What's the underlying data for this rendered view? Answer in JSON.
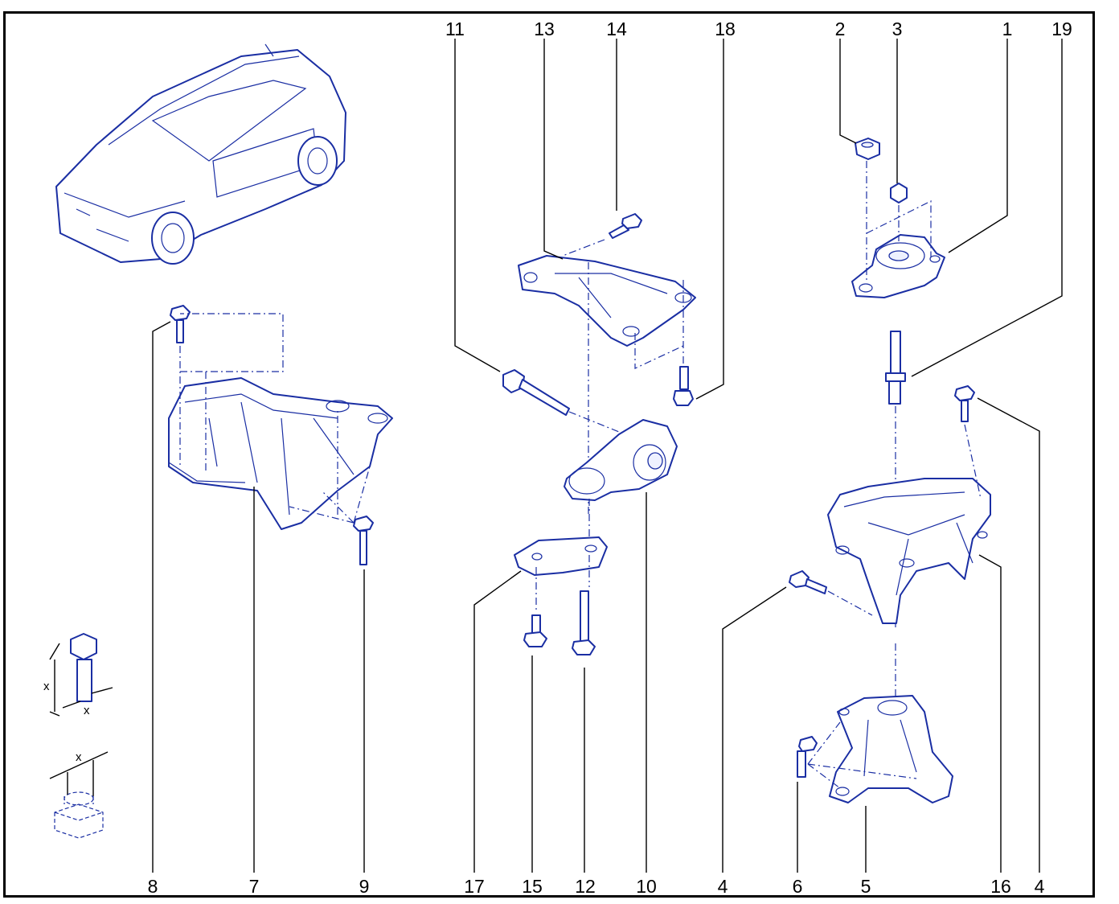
{
  "callouts": {
    "c11": "11",
    "c13": "13",
    "c14": "14",
    "c18": "18",
    "c2": "2",
    "c3": "3",
    "c1": "1",
    "c19": "19",
    "c8": "8",
    "c7": "7",
    "c9": "9",
    "c17": "17",
    "c15": "15",
    "c12": "12",
    "c10": "10",
    "c4a": "4",
    "c6": "6",
    "c5": "5",
    "c16": "16",
    "c4b": "4"
  },
  "dimension_labels": {
    "x1": "x",
    "x2": "x",
    "x3": "x"
  },
  "colors": {
    "line": "#1a2ea3",
    "frame": "#000000"
  }
}
